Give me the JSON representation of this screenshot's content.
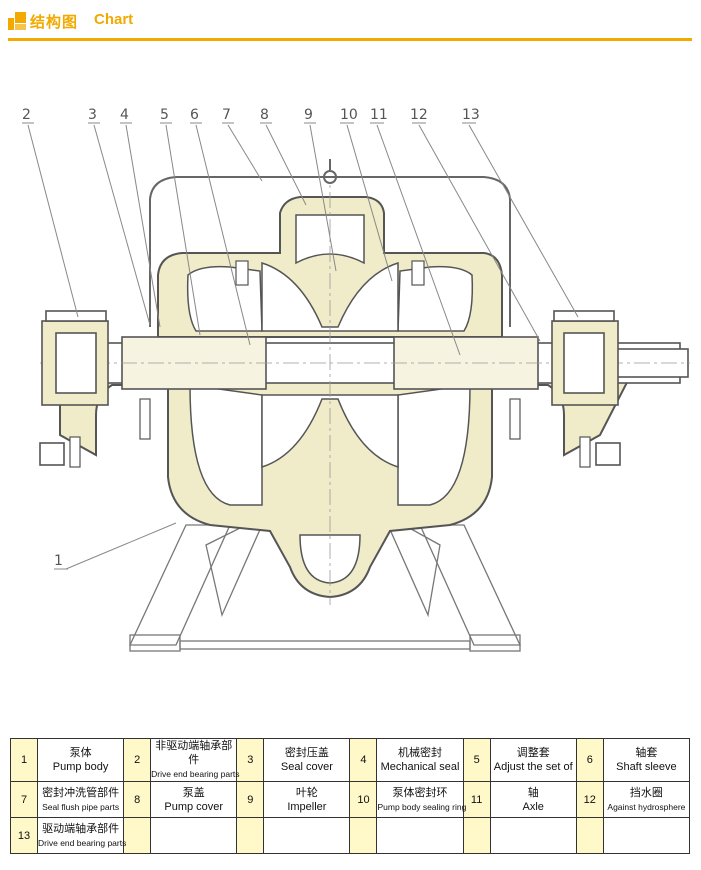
{
  "header": {
    "title_cn": "结构图",
    "title_en": "Chart",
    "accent_color": "#f2a900"
  },
  "diagram": {
    "body_color": "#f0ebc8",
    "callouts": [
      "1",
      "2",
      "3",
      "4",
      "5",
      "6",
      "7",
      "8",
      "9",
      "10",
      "11",
      "12",
      "13"
    ]
  },
  "parts": [
    {
      "num": "1",
      "cn": "泵体",
      "en": "Pump body"
    },
    {
      "num": "2",
      "cn": "非驱动端轴承部件",
      "en": "Drive end bearing parts",
      "small": true
    },
    {
      "num": "3",
      "cn": "密封压盖",
      "en": "Seal cover"
    },
    {
      "num": "4",
      "cn": "机械密封",
      "en": "Mechanical seal"
    },
    {
      "num": "5",
      "cn": "调整套",
      "en": "Adjust the set of"
    },
    {
      "num": "6",
      "cn": "轴套",
      "en": "Shaft sleeve"
    },
    {
      "num": "7",
      "cn": "密封冲洗管部件",
      "en": "Seal flush pipe parts"
    },
    {
      "num": "8",
      "cn": "泵盖",
      "en": "Pump cover"
    },
    {
      "num": "9",
      "cn": "叶轮",
      "en": "Impeller"
    },
    {
      "num": "10",
      "cn": "泵体密封环",
      "en": "Pump body sealing ring",
      "small": true
    },
    {
      "num": "11",
      "cn": "轴",
      "en": "Axle"
    },
    {
      "num": "12",
      "cn": "挡水圈",
      "en": "Against hydrosphere",
      "small": true
    },
    {
      "num": "13",
      "cn": "驱动端轴承部件",
      "en": "Drive end bearing parts",
      "small": true
    }
  ]
}
